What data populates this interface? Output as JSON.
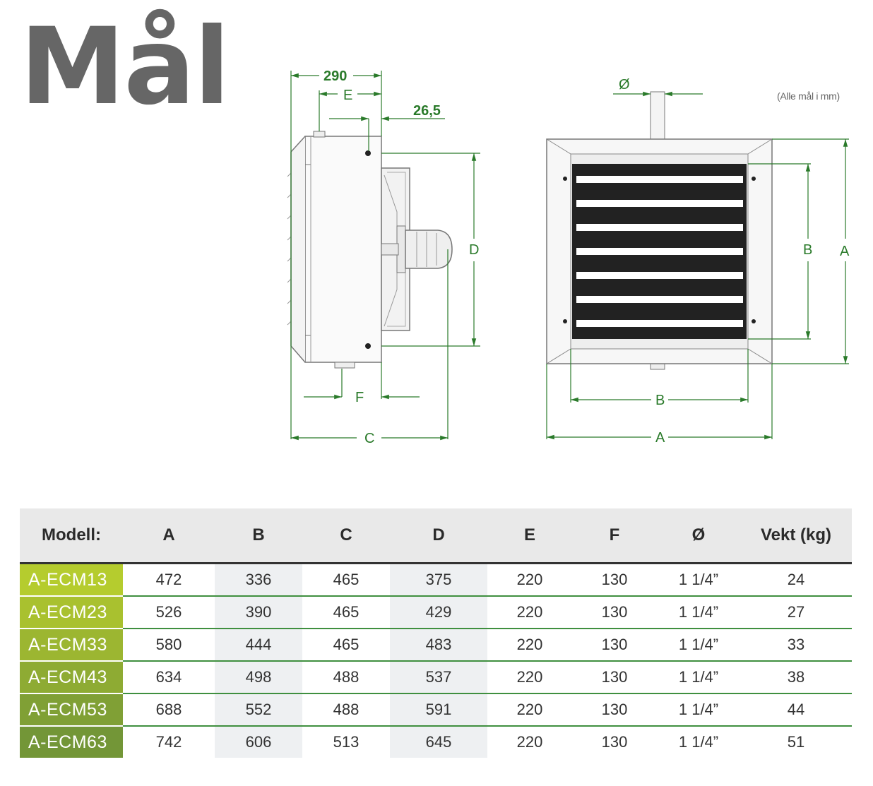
{
  "title": "Mål",
  "note": "(Alle mål i mm)",
  "drawing": {
    "side_labels": {
      "overall": "290",
      "e": "E",
      "offset": "26,5",
      "d": "D",
      "f": "F",
      "c": "C"
    },
    "front_labels": {
      "pipe": "Ø",
      "b_vertical": "B",
      "a_vertical": "A",
      "b_horizontal": "B",
      "a_horizontal": "A"
    }
  },
  "table": {
    "headers": [
      "Modell:",
      "A",
      "B",
      "C",
      "D",
      "E",
      "F",
      "Ø",
      "Vekt (kg)"
    ],
    "rows": [
      {
        "model": "A-ECM13",
        "color": "#b5cc2e",
        "values": [
          "472",
          "336",
          "465",
          "375",
          "220",
          "130",
          "1 1/4”",
          "24"
        ]
      },
      {
        "model": "A-ECM23",
        "color": "#a9c12f",
        "values": [
          "526",
          "390",
          "465",
          "429",
          "220",
          "130",
          "1 1/4”",
          "27"
        ]
      },
      {
        "model": "A-ECM33",
        "color": "#9cb631",
        "values": [
          "580",
          "444",
          "465",
          "483",
          "220",
          "130",
          "1 1/4”",
          "33"
        ]
      },
      {
        "model": "A-ECM43",
        "color": "#8eab33",
        "values": [
          "634",
          "498",
          "488",
          "537",
          "220",
          "130",
          "1 1/4”",
          "38"
        ]
      },
      {
        "model": "A-ECM53",
        "color": "#80a035",
        "values": [
          "688",
          "552",
          "488",
          "591",
          "220",
          "130",
          "1 1/4”",
          "44"
        ]
      },
      {
        "model": "A-ECM63",
        "color": "#739637",
        "values": [
          "742",
          "606",
          "513",
          "645",
          "220",
          "130",
          "1 1/4”",
          "51"
        ]
      }
    ]
  }
}
